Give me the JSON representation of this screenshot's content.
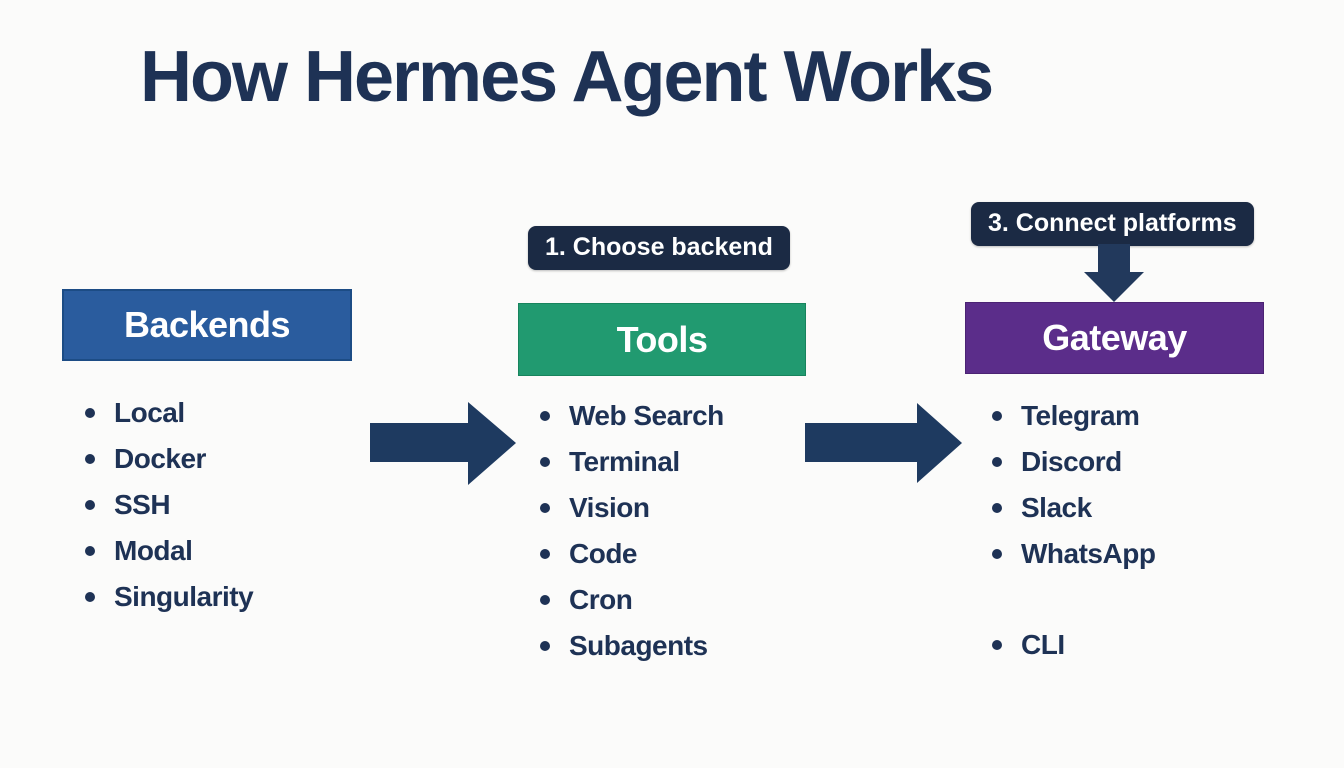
{
  "title": "How Hermes Agent Works",
  "annotations": {
    "step1": "1. Choose backend",
    "step3": "3. Connect platforms"
  },
  "columns": [
    {
      "header": "Backends",
      "items": [
        "Local",
        "Docker",
        "SSH",
        "Modal",
        "Singularity"
      ]
    },
    {
      "header": "Tools",
      "items": [
        "Web Search",
        "Terminal",
        "Vision",
        "Code",
        "Cron",
        "Subagents"
      ]
    },
    {
      "header": "Gateway",
      "items": [
        "Telegram",
        "Discord",
        "Slack",
        "WhatsApp",
        "CLI"
      ]
    }
  ],
  "colors": {
    "background": "#fbfbfa",
    "title_text": "#1e3255",
    "list_text": "#1e3255",
    "label_background": "#1b2a44",
    "arrow": "#1e3a60",
    "backends_header": "#2a5c9e",
    "tools_header": "#219a70",
    "gateway_header": "#5b2d8a",
    "header_text": "#ffffff"
  },
  "icons": {
    "right_arrow": "block-arrow-right",
    "down_arrow": "block-arrow-down",
    "bullet": "dot"
  }
}
